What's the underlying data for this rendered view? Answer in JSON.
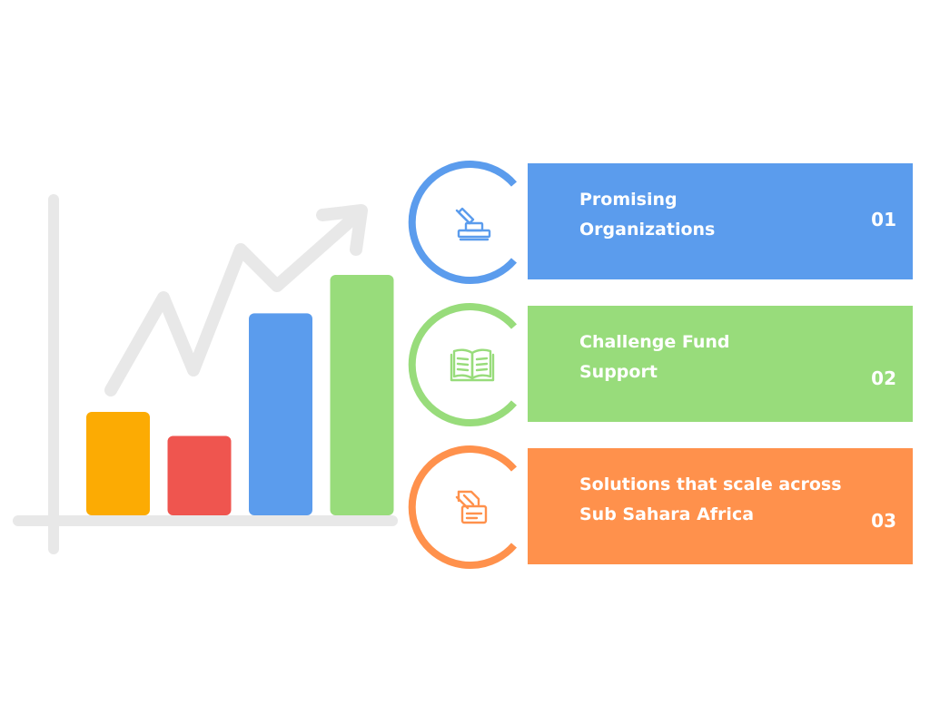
{
  "colors": {
    "axis": "#e8e8e8",
    "bar_orange": "#fcab03",
    "bar_red": "#ef554f",
    "bar_blue": "#5b9ced",
    "bar_green": "#98dc7b",
    "step_orange": "#ff914c"
  },
  "illustration": {
    "bar_heights_relative": [
      0.43,
      0.33,
      0.84,
      1.0
    ]
  },
  "steps": [
    {
      "label": "Promising\nOrganizations",
      "number": "01",
      "color": "#5b9ced",
      "icon": "stamp-icon"
    },
    {
      "label": "Challenge Fund\nSupport",
      "number": "02",
      "color": "#98dc7b",
      "icon": "open-book-icon"
    },
    {
      "label": "Solutions that scale across\nSub Sahara Africa",
      "number": "03",
      "color": "#ff914c",
      "icon": "document-icon"
    }
  ]
}
